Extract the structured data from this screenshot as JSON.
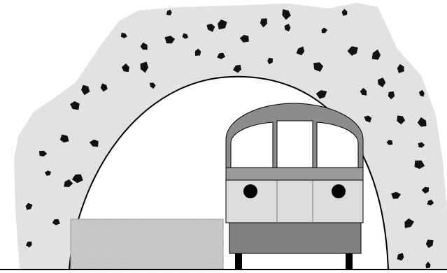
{
  "colors": {
    "background": "#ffffff",
    "rock": "#e2e2e2",
    "rock_chunks": "#111111",
    "outline": "#000000",
    "train_roof": "#8c8c8c",
    "train_body": "#dcdcdc",
    "train_band": "#9a9a9a",
    "train_lower": "#808080",
    "platform": "#cfcfcf"
  },
  "icons": [
    "tunnel-arch",
    "rock-texture",
    "train-front",
    "platform-block"
  ]
}
